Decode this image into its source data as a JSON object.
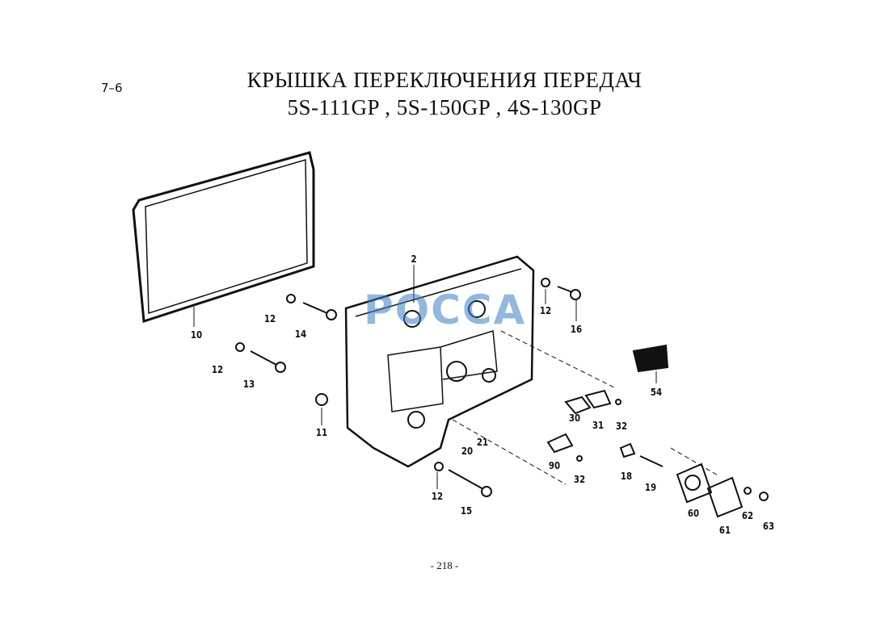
{
  "page_code": "7–6",
  "title_line1": "КРЫШКА ПЕРЕКЛЮЧЕНИЯ ПЕРЕДАЧ",
  "title_line2": "5S-111GP , 5S-150GP , 4S-130GP",
  "watermark": "РОССА",
  "page_number": "- 218 -",
  "callouts": [
    "10",
    "12",
    "14",
    "12",
    "13",
    "11",
    "2",
    "12",
    "16",
    "54",
    "30",
    "31",
    "32",
    "21",
    "20",
    "90",
    "32",
    "18",
    "19",
    "12",
    "15",
    "60",
    "61",
    "62",
    "63"
  ],
  "colors": {
    "watermark": "#3a7fc4",
    "ink": "#111111"
  }
}
